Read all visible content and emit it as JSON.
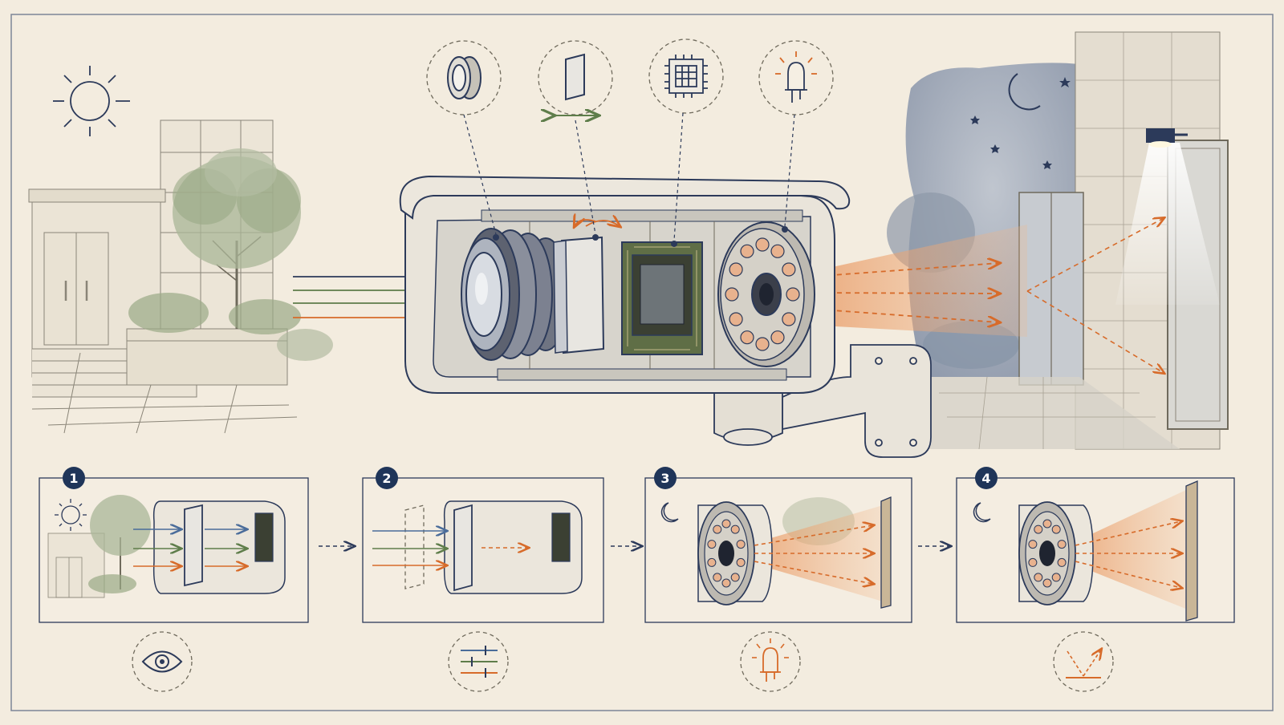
{
  "steps": [
    {
      "number": "1"
    },
    {
      "number": "2"
    },
    {
      "number": "3"
    },
    {
      "number": "4"
    }
  ],
  "icons": {
    "top": [
      "lens-icon",
      "ir-cut-filter-icon",
      "image-sensor-chip-icon",
      "ir-led-icon"
    ],
    "bottom": [
      "eye-icon",
      "filter-sliders-icon",
      "ir-led-icon",
      "reflection-icon"
    ],
    "scene": [
      "sun-icon",
      "moon-icon",
      "star-icon"
    ]
  },
  "colors": {
    "background": "#f3ecdf",
    "ink": "#2c3a5a",
    "visible_light_green": "#5e7d4a",
    "visible_light_blue": "#4a6c9a",
    "infrared_orange": "#d76b2a",
    "night_sky": "#8f9bb0",
    "foliage": "#9aa986",
    "circuit_board": "#5f6e46"
  }
}
